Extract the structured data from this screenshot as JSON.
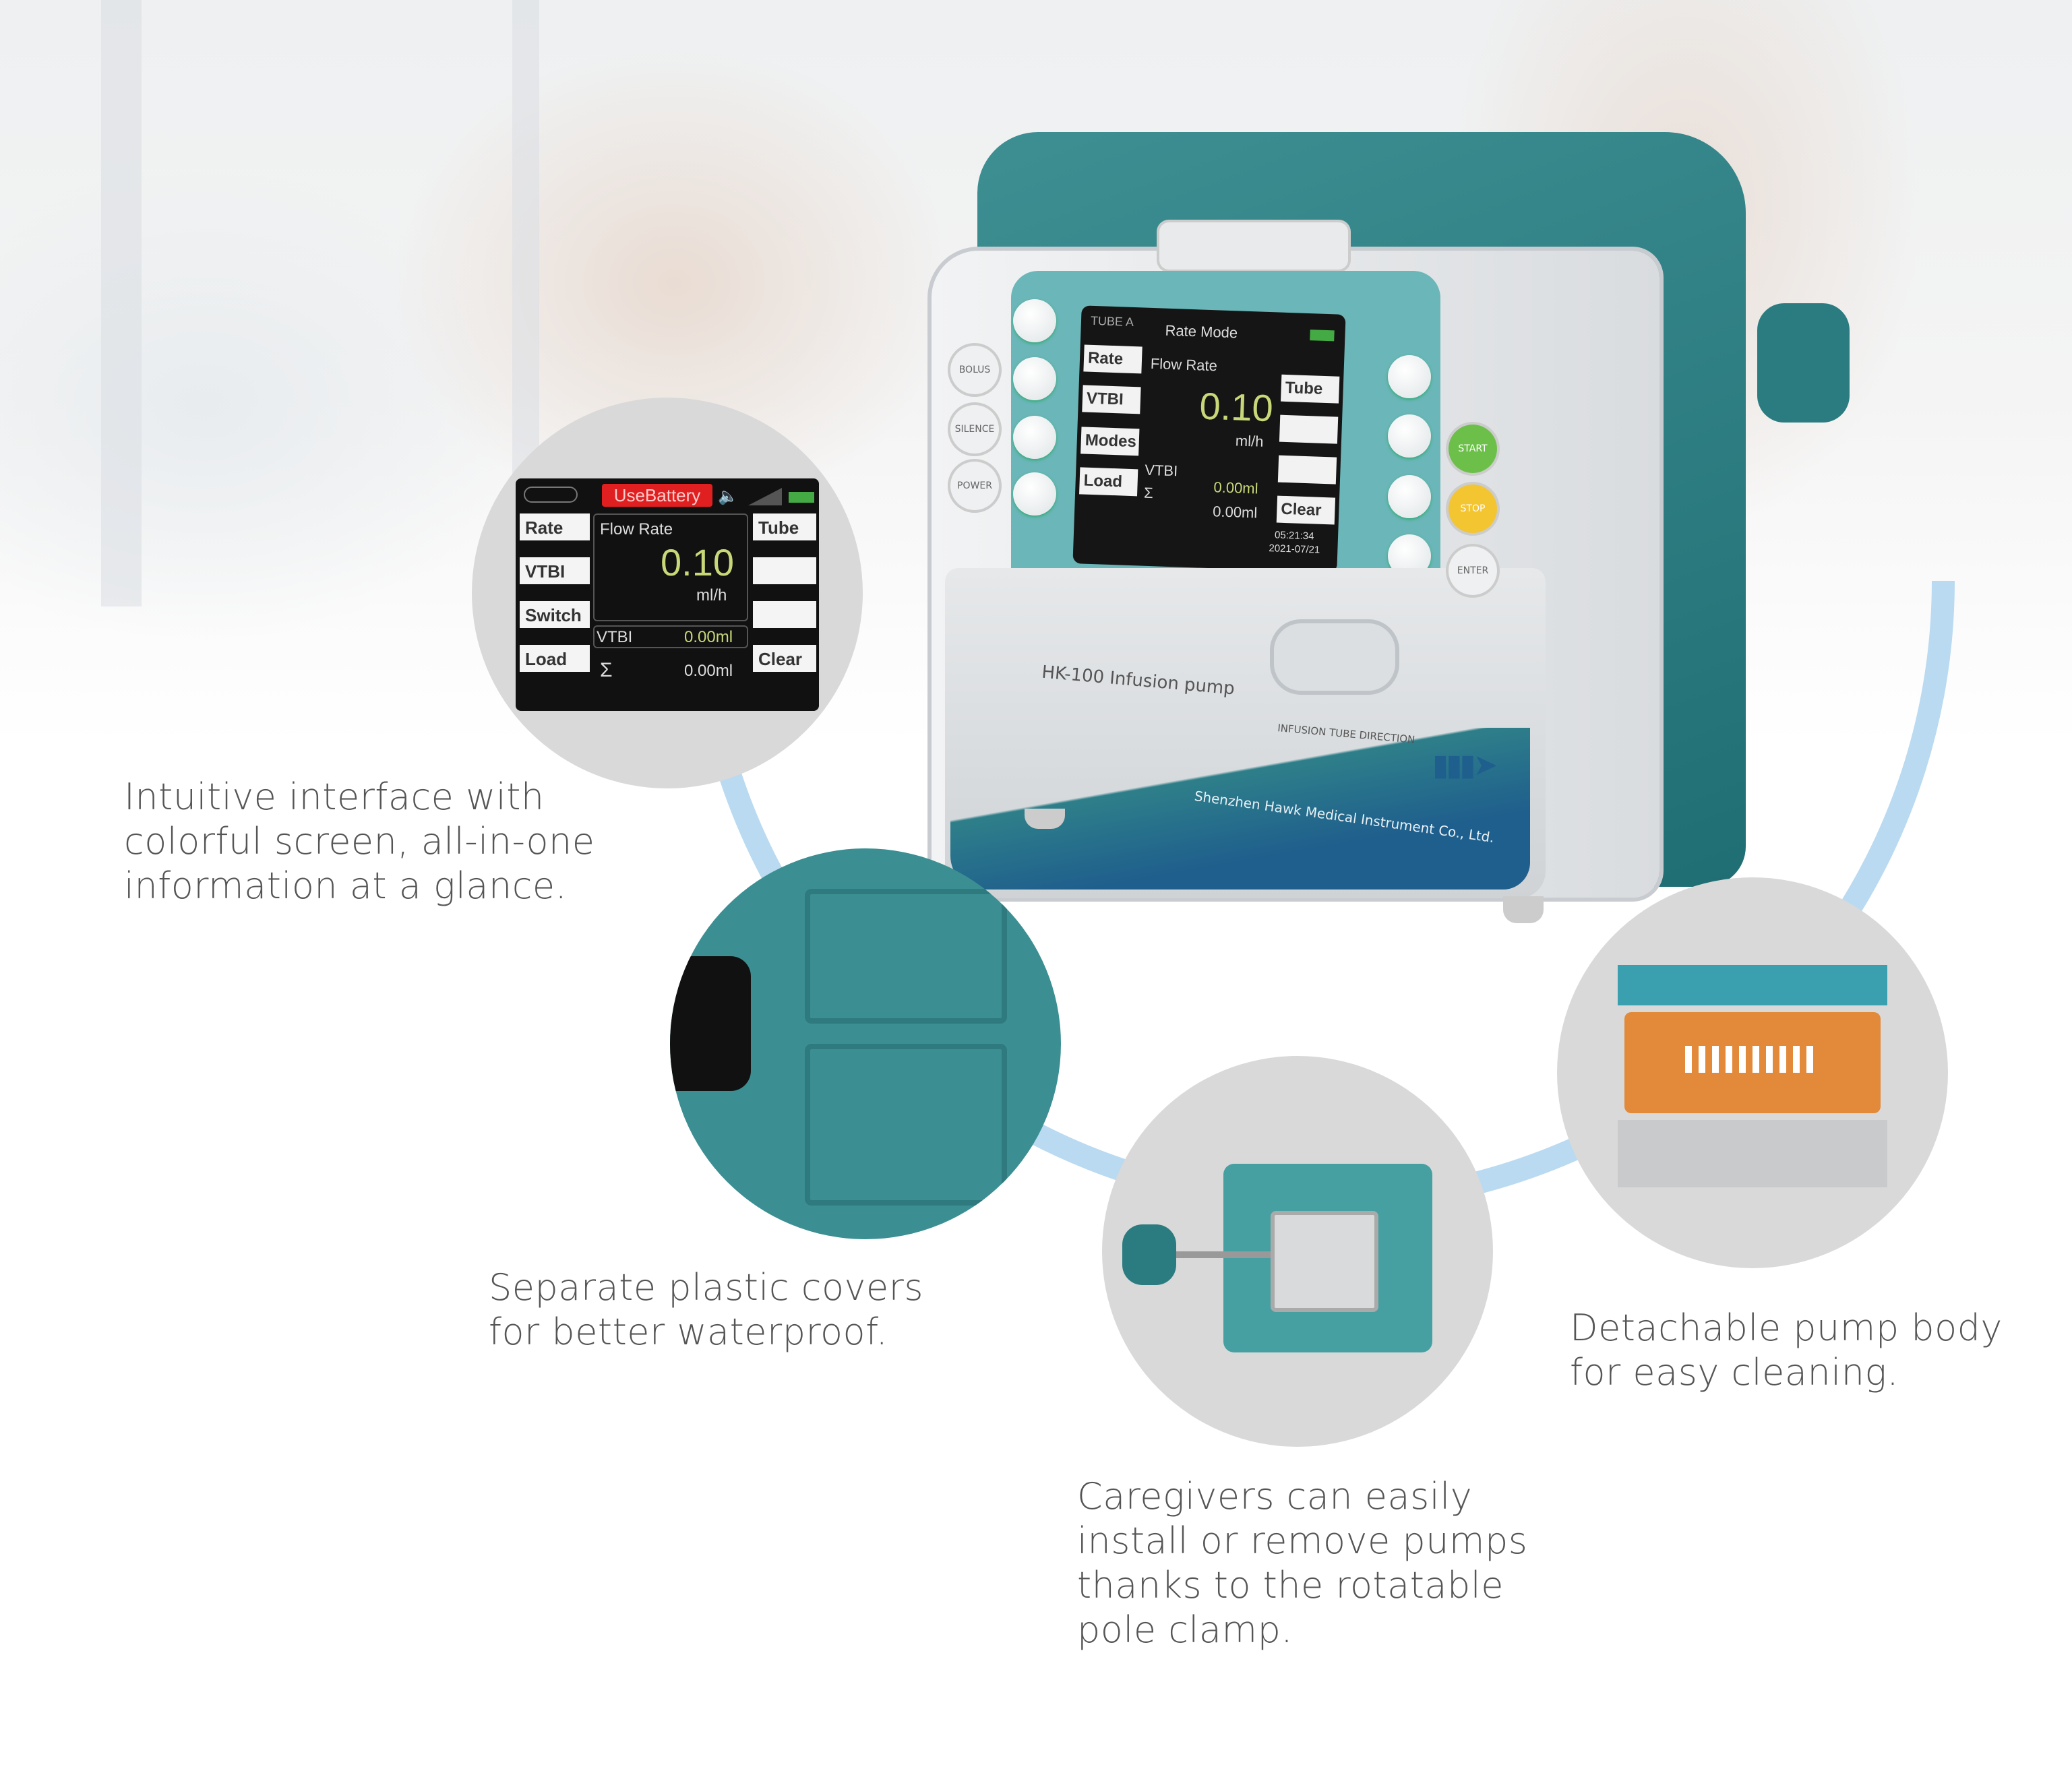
{
  "colors": {
    "teal": "#2a7f84",
    "arc_blue": "#b9daf1",
    "caption_gray": "#555555",
    "battery_red": "#e02020",
    "value_green": "#c8d878"
  },
  "captions": {
    "interface": [
      "Intuitive interface with",
      "colorful screen, all-in-one",
      "information at a glance."
    ],
    "covers": [
      "Separate plastic covers",
      "for better waterproof."
    ],
    "clamp": [
      "Caregivers can easily",
      "install or remove pumps",
      "thanks to the rotatable",
      "pole clamp."
    ],
    "body": [
      "Detachable pump body",
      "for easy cleaning."
    ]
  },
  "zoom_screen": {
    "status": "UseBattery",
    "left_buttons": [
      "Rate",
      "VTBI",
      "Switch",
      "Load"
    ],
    "right_buttons": [
      "Tube",
      "",
      "",
      "Clear"
    ],
    "flow_label": "Flow Rate",
    "flow_value": "0.10",
    "flow_unit": "ml/h",
    "vtbi_label": "VTBI",
    "vtbi_value": "0.00ml",
    "sum_label": "Σ",
    "sum_value": "0.00ml"
  },
  "pump": {
    "screen": {
      "tab": "TUBE A",
      "mode": "Rate Mode",
      "left_buttons": [
        "Rate",
        "VTBI",
        "Modes",
        "Load"
      ],
      "right_buttons": [
        "Tube",
        "",
        "",
        "Clear"
      ],
      "flow_label": "Flow Rate",
      "flow_value": "0.10",
      "flow_unit": "ml/h",
      "vtbi_label": "VTBI",
      "vtbi_value": "0.00ml",
      "sum_label": "Σ",
      "sum_value": "0.00ml",
      "time": "05:21:34",
      "date": "2021-07/21"
    },
    "left_keys": [
      "BOLUS",
      "SILENCE",
      "POWER"
    ],
    "right_keys": [
      "START",
      "STOP",
      "ENTER"
    ],
    "model_label": "HK-100 Infusion pump",
    "direction_label": "INFUSION TUBE DIRECTION",
    "maker_label": "Shenzhen Hawk Medical Instrument Co., Ltd."
  }
}
